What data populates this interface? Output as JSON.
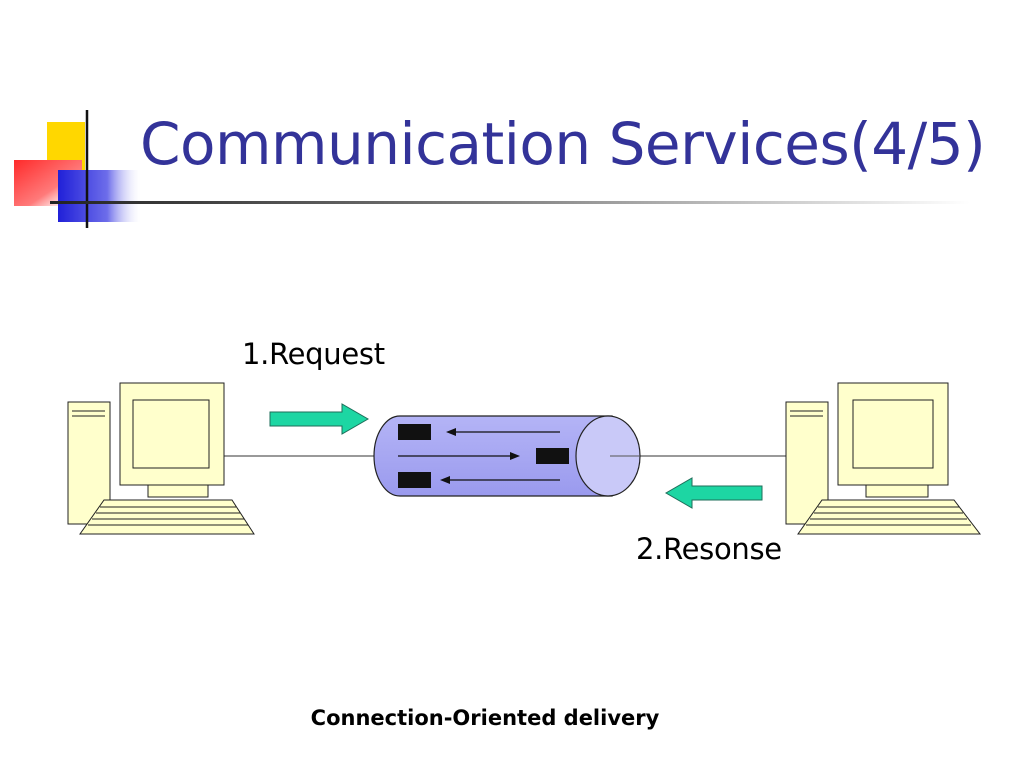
{
  "slide": {
    "title": "Communication Services(4/5)",
    "caption": "Connection-Oriented delivery"
  },
  "diagram": {
    "request_label": "1.Request",
    "response_label": "2.Resonse",
    "nodes": [
      {
        "name": "client-computer",
        "icon": "desktop-computer-icon"
      },
      {
        "name": "connection-pipe",
        "icon": "cylinder-pipe-icon"
      },
      {
        "name": "server-computer",
        "icon": "desktop-computer-icon"
      }
    ]
  },
  "colors": {
    "title": "#333399",
    "decor_yellow": "#FFD700",
    "decor_red": "#FF3B3B",
    "decor_blue": "#2B2BDE",
    "computer_fill": "#FFFFCC",
    "pipe_fill": "#A6A6F2",
    "pipe_end": "#C8C8F8",
    "arrow_fill": "#1DD6A3"
  }
}
